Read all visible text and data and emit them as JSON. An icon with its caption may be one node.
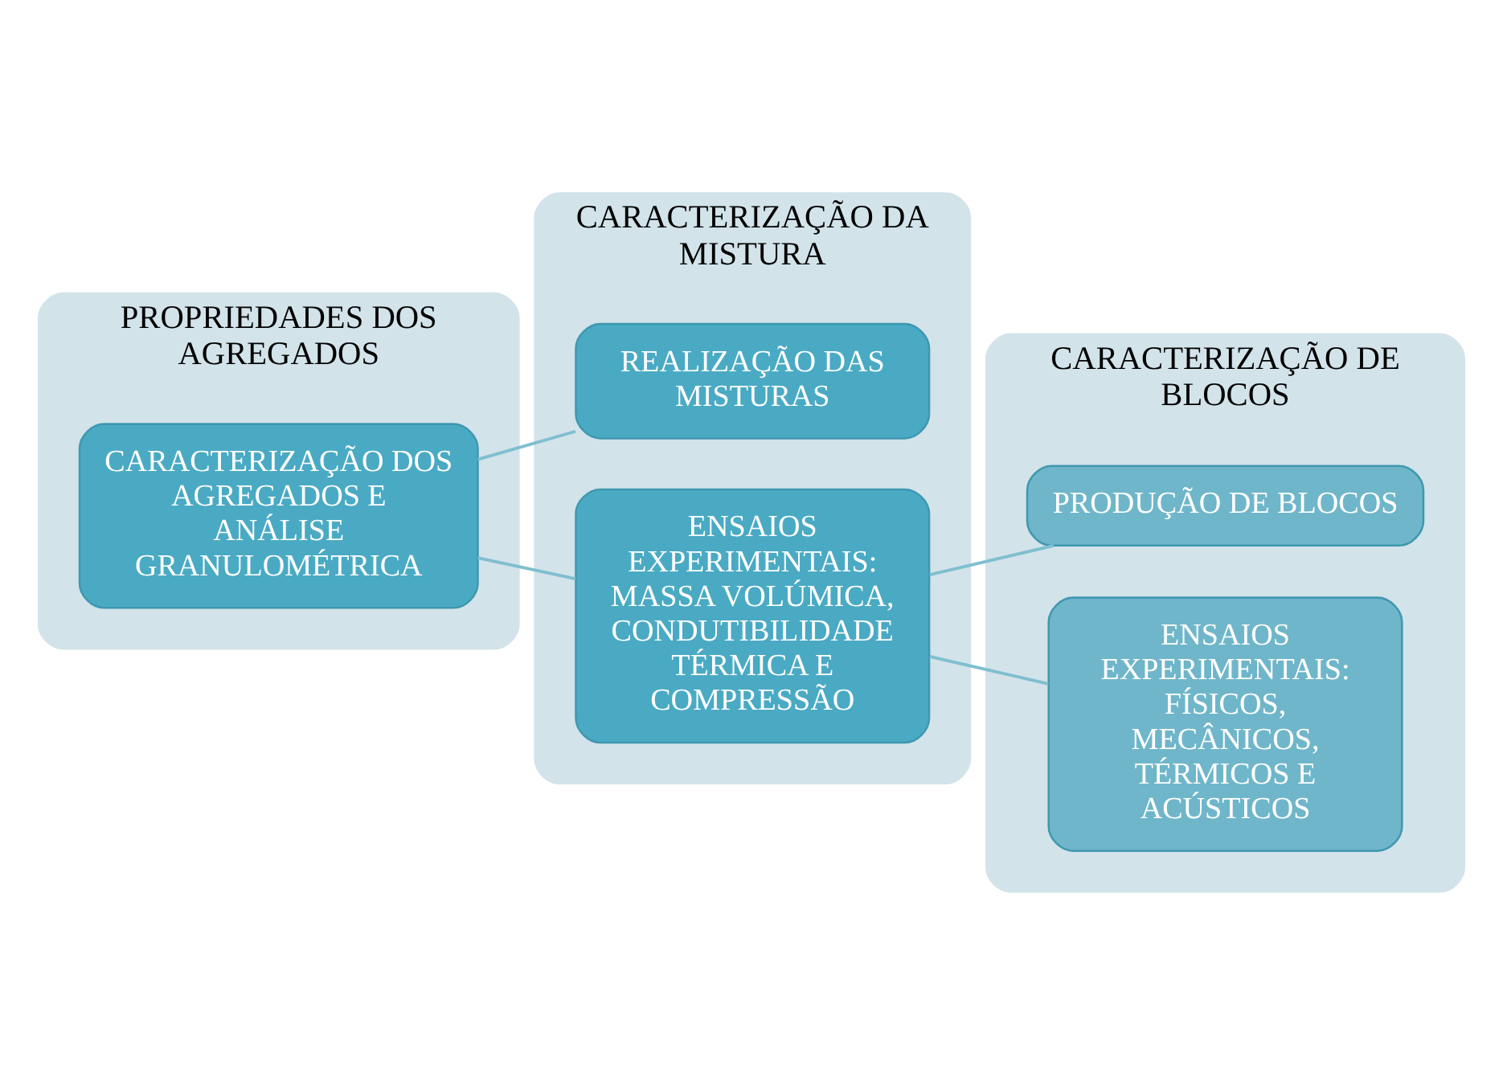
{
  "diagram": {
    "nodes": [
      {
        "text": [
          "PROPRIEDADES DOS AGREGADOS"
        ]
      },
      {
        "text": [
          "CARACTERIZAÇÃO DOS AGREGADOS E ANÁLISE GRANULOMÉTRICA"
        ],
        "in": 0
      },
      {
        "text": [
          "CARACTERIZAÇÃO DA MISTURA"
        ]
      },
      {
        "text": [
          "REALIZAÇÃO DAS MISTURAS"
        ],
        "in": 2
      },
      {
        "text": [
          "ENSAIOS EXPERIMENTAIS: MASSA VOLÚMICA, CONDUTIBILIDADE TÉRMICA E COMPRESSÃO"
        ],
        "in": 2
      },
      {
        "text": [
          "CARACTERIZAÇÃO DE BLOCOS"
        ]
      },
      {
        "text": [
          "PRODUÇÃO DE BLOCOS"
        ],
        "in": 5
      },
      {
        "text": [
          "ENSAIOS EXPERIMENTAIS: FÍSICOS, MECÂNICOS, TÉRMICOS E ACÚSTICOS"
        ],
        "in": 5
      }
    ],
    "edges": [
      {
        "from": 1,
        "to": 3,
        "arrow": "none"
      },
      {
        "from": 1,
        "to": 4,
        "arrow": "none"
      },
      {
        "from": 4,
        "to": 6,
        "arrow": "none"
      },
      {
        "from": 4,
        "to": 7,
        "arrow": "none"
      }
    ]
  }
}
